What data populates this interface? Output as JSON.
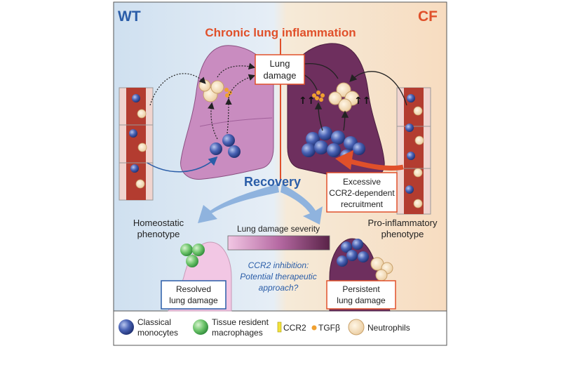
{
  "left_label": "WT",
  "right_label": "CF",
  "title": "Chronic lung inflammation",
  "lung_damage_box": [
    "Lung",
    "damage"
  ],
  "recovery": "Recovery",
  "excessive_box": [
    "Excessive",
    "CCR2-dependent",
    "recruitment"
  ],
  "homeostatic": [
    "Homeostatic",
    "phenotype"
  ],
  "pro_inflammatory": [
    "Pro-inflammatory",
    "phenotype"
  ],
  "severity_label": "Lung damage severity",
  "ccr2_question": [
    "CCR2 inhibition:",
    "Potential therapeutic",
    "approach?"
  ],
  "resolved_box": [
    "Resolved",
    "lung damage"
  ],
  "persistent_box": [
    "Persistent",
    "lung damage"
  ],
  "legend": {
    "classical": [
      "Classical",
      "monocytes"
    ],
    "tissue": [
      "Tissue resident",
      "macrophages"
    ],
    "ccr2": "CCR2",
    "tgfb": "TGFβ",
    "neutrophils": "Neutrophils"
  },
  "colors": {
    "wt_blue": "#2a5da8",
    "cf_orange": "#e0502a",
    "lung_light": "#c98cc0",
    "lung_dark": "#6e2f5e",
    "monocyte_blue": "#3d56a6",
    "macrophage_green": "#5cb85c",
    "ccr2_yellow": "#f2e23a",
    "tgfb_orange": "#f0a030",
    "neutrophil": "#f3d9b0"
  }
}
